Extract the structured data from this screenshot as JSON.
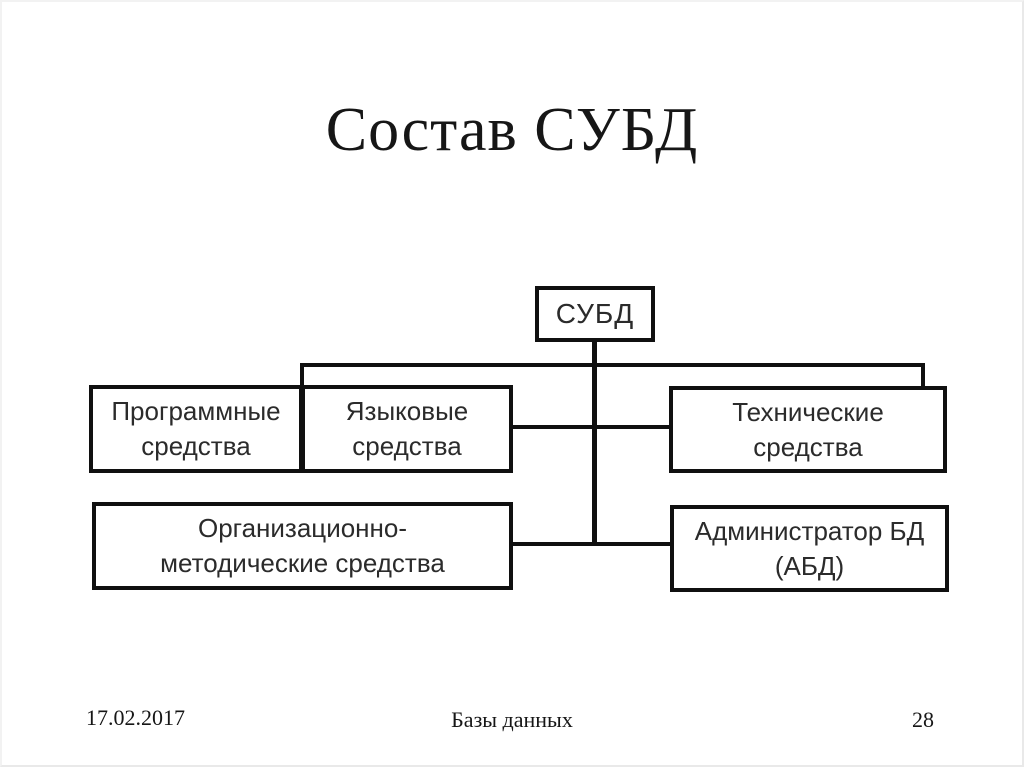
{
  "slide": {
    "title": "Состав СУБД",
    "footer": {
      "date": "17.02.2017",
      "center": "Базы данных",
      "page": "28"
    }
  },
  "diagram": {
    "root": {
      "label": "СУБД"
    },
    "nodes": [
      {
        "id": "software",
        "line1": "Программные",
        "line2": "средства"
      },
      {
        "id": "language",
        "line1": "Языковые",
        "line2": "средства"
      },
      {
        "id": "technical",
        "line1": "Технические",
        "line2": "средства"
      },
      {
        "id": "organizational",
        "line1": "Организационно-",
        "line2": "методические средства"
      },
      {
        "id": "db-admin",
        "line1": "Администратор БД",
        "line2": "(АБД)"
      }
    ],
    "colors": {
      "box_border": "#101010",
      "box_text": "#2b2b2b",
      "connector": "#101010",
      "background": "#ffffff"
    }
  }
}
